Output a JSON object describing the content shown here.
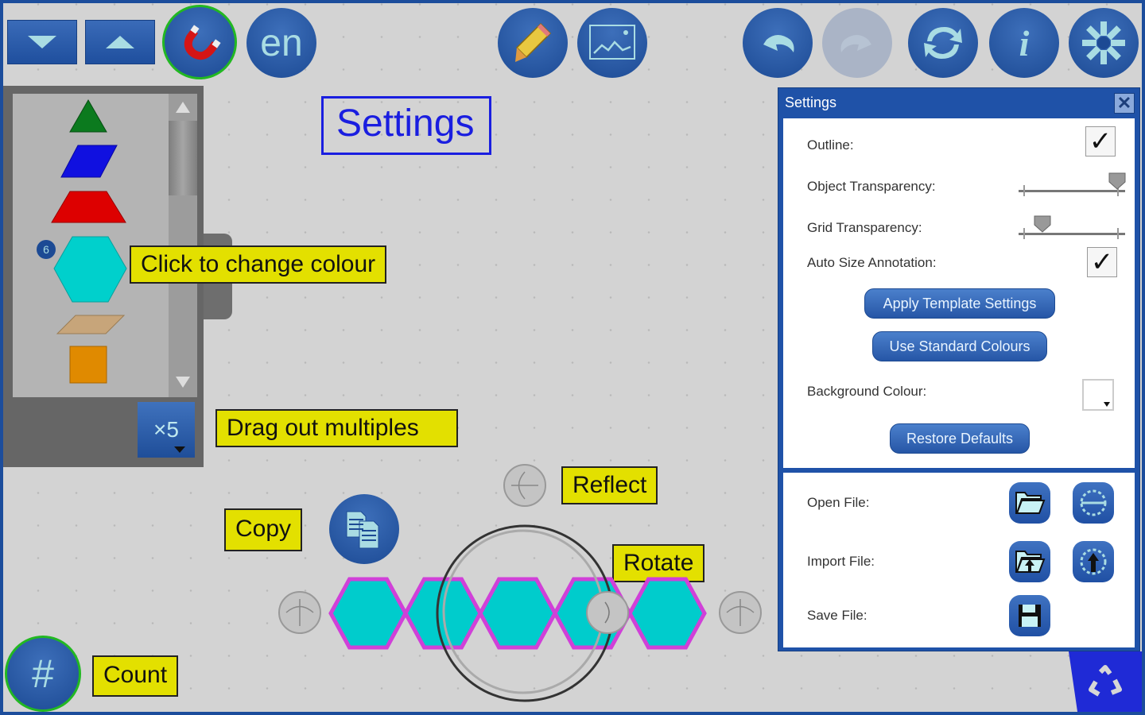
{
  "toolbar": {
    "left_buttons": [
      {
        "icon": "chevron-down-icon"
      },
      {
        "icon": "chevron-up-icon"
      },
      {
        "icon": "magnet-icon",
        "active": true
      }
    ],
    "language_label": "en",
    "center_buttons": [
      {
        "icon": "pencil-icon"
      },
      {
        "icon": "image-icon"
      }
    ],
    "right_buttons": [
      {
        "icon": "undo-icon"
      },
      {
        "icon": "redo-icon",
        "disabled": true
      },
      {
        "icon": "refresh-icon"
      },
      {
        "icon": "info-icon",
        "label": "i"
      },
      {
        "icon": "gear-icon"
      }
    ]
  },
  "palette": {
    "shapes": [
      {
        "name": "triangle",
        "color": "#0b7a1e"
      },
      {
        "name": "rhombus",
        "color": "#1010e0"
      },
      {
        "name": "trapezoid",
        "color": "#dd0000"
      },
      {
        "name": "hexagon",
        "color": "#00d0cc",
        "badge": "6"
      },
      {
        "name": "thin-rhombus",
        "color": "#c7a57a"
      },
      {
        "name": "square",
        "color": "#e08a00"
      }
    ],
    "multiplier_label": "×5"
  },
  "annotations": {
    "title": "Settings",
    "click_to_change": "Click to change colour",
    "drag_multiples": "Drag out multiples",
    "reflect": "Reflect",
    "copy": "Copy",
    "rotate": "Rotate",
    "count": "Count"
  },
  "count_button": {
    "label": "#"
  },
  "canvas": {
    "hexagon_row": {
      "count": 5,
      "fill": "#00cccc",
      "outline": "#d040d8"
    }
  },
  "settings_panel": {
    "title": "Settings",
    "outline_label": "Outline:",
    "outline_checked": true,
    "object_transparency_label": "Object Transparency:",
    "object_transparency_value": 1.0,
    "grid_transparency_label": "Grid Transparency:",
    "grid_transparency_value": 0.2,
    "auto_size_label": "Auto Size Annotation:",
    "auto_size_checked": true,
    "apply_template_label": "Apply Template Settings",
    "standard_colours_label": "Use Standard Colours",
    "background_colour_label": "Background Colour:",
    "background_colour_value": "#ffffff",
    "restore_defaults_label": "Restore Defaults",
    "open_file_label": "Open File:",
    "import_file_label": "Import File:",
    "save_file_label": "Save File:",
    "check_mark": "✓"
  },
  "colors": {
    "accent_blue": "#1f52a8",
    "label_yellow": "#e3e000",
    "active_ring": "#22b822",
    "recycle_bin": "#1f2ad6"
  }
}
